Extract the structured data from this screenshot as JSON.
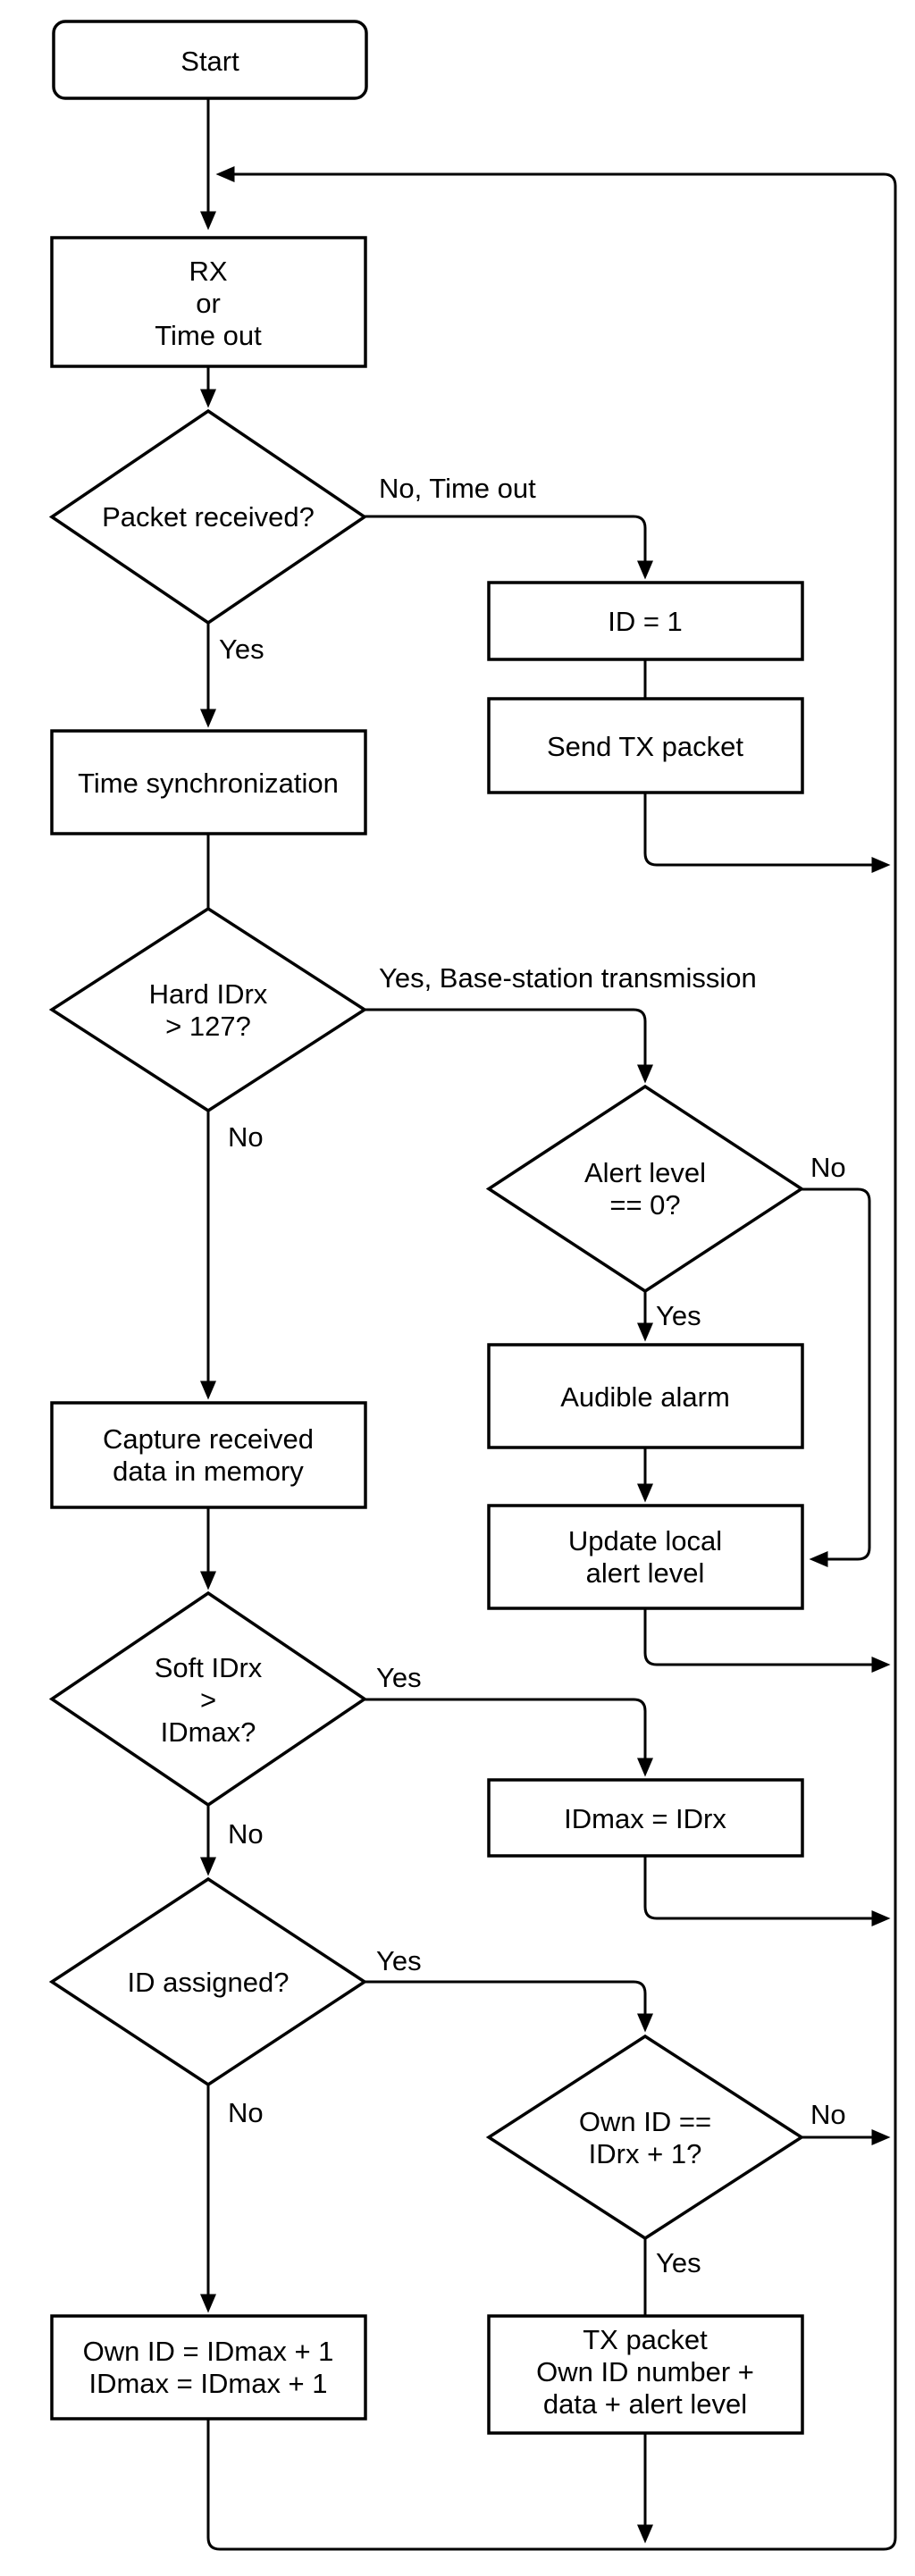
{
  "diagram": {
    "type": "flowchart",
    "colors": {
      "line": "#000000",
      "shape_fill": "#ffffff",
      "background": "#ffffff",
      "text": "#000000"
    },
    "nodes": {
      "start": {
        "shape": "rounded-rect",
        "label": "Start"
      },
      "rx_or_timeout": {
        "shape": "rect",
        "line1": "RX",
        "line2": "or",
        "line3": "Time out"
      },
      "packet_received": {
        "shape": "diamond",
        "label": "Packet received?"
      },
      "id_eq_1": {
        "shape": "rect",
        "label": "ID = 1"
      },
      "send_tx_packet": {
        "shape": "rect",
        "label": "Send TX packet"
      },
      "time_sync": {
        "shape": "rect",
        "label": "Time synchronization"
      },
      "hard_idrx": {
        "shape": "diamond",
        "line1": "Hard IDrx",
        "line2": "> 127?"
      },
      "alert_level": {
        "shape": "diamond",
        "line1": "Alert level",
        "line2": "== 0?"
      },
      "audible_alarm": {
        "shape": "rect",
        "label": "Audible alarm"
      },
      "capture_data": {
        "shape": "rect",
        "line1": "Capture received",
        "line2": "data in memory"
      },
      "update_alert": {
        "shape": "rect",
        "line1": "Update local",
        "line2": "alert level"
      },
      "soft_idrx": {
        "shape": "diamond",
        "line1": "Soft IDrx",
        "line2": ">",
        "line3": "IDmax?"
      },
      "idmax_eq_idrx": {
        "shape": "rect",
        "label": "IDmax = IDrx"
      },
      "id_assigned": {
        "shape": "diamond",
        "label": "ID assigned?"
      },
      "own_id_check": {
        "shape": "diamond",
        "line1": "Own ID ==",
        "line2": "IDrx + 1?"
      },
      "own_id_assign": {
        "shape": "rect",
        "line1": "Own ID = IDmax + 1",
        "line2": "IDmax = IDmax + 1"
      },
      "tx_packet": {
        "shape": "rect",
        "line1": "TX packet",
        "line2": "Own ID number +",
        "line3": "data + alert level"
      }
    },
    "edge_labels": {
      "packet_no": "No, Time out",
      "packet_yes": "Yes",
      "hard_yes": "Yes, Base-station transmission",
      "hard_no": "No",
      "alert_no": "No",
      "alert_yes": "Yes",
      "soft_yes": "Yes",
      "soft_no": "No",
      "id_assigned_yes": "Yes",
      "id_assigned_no": "No",
      "own_id_no": "No",
      "own_id_yes": "Yes"
    }
  }
}
